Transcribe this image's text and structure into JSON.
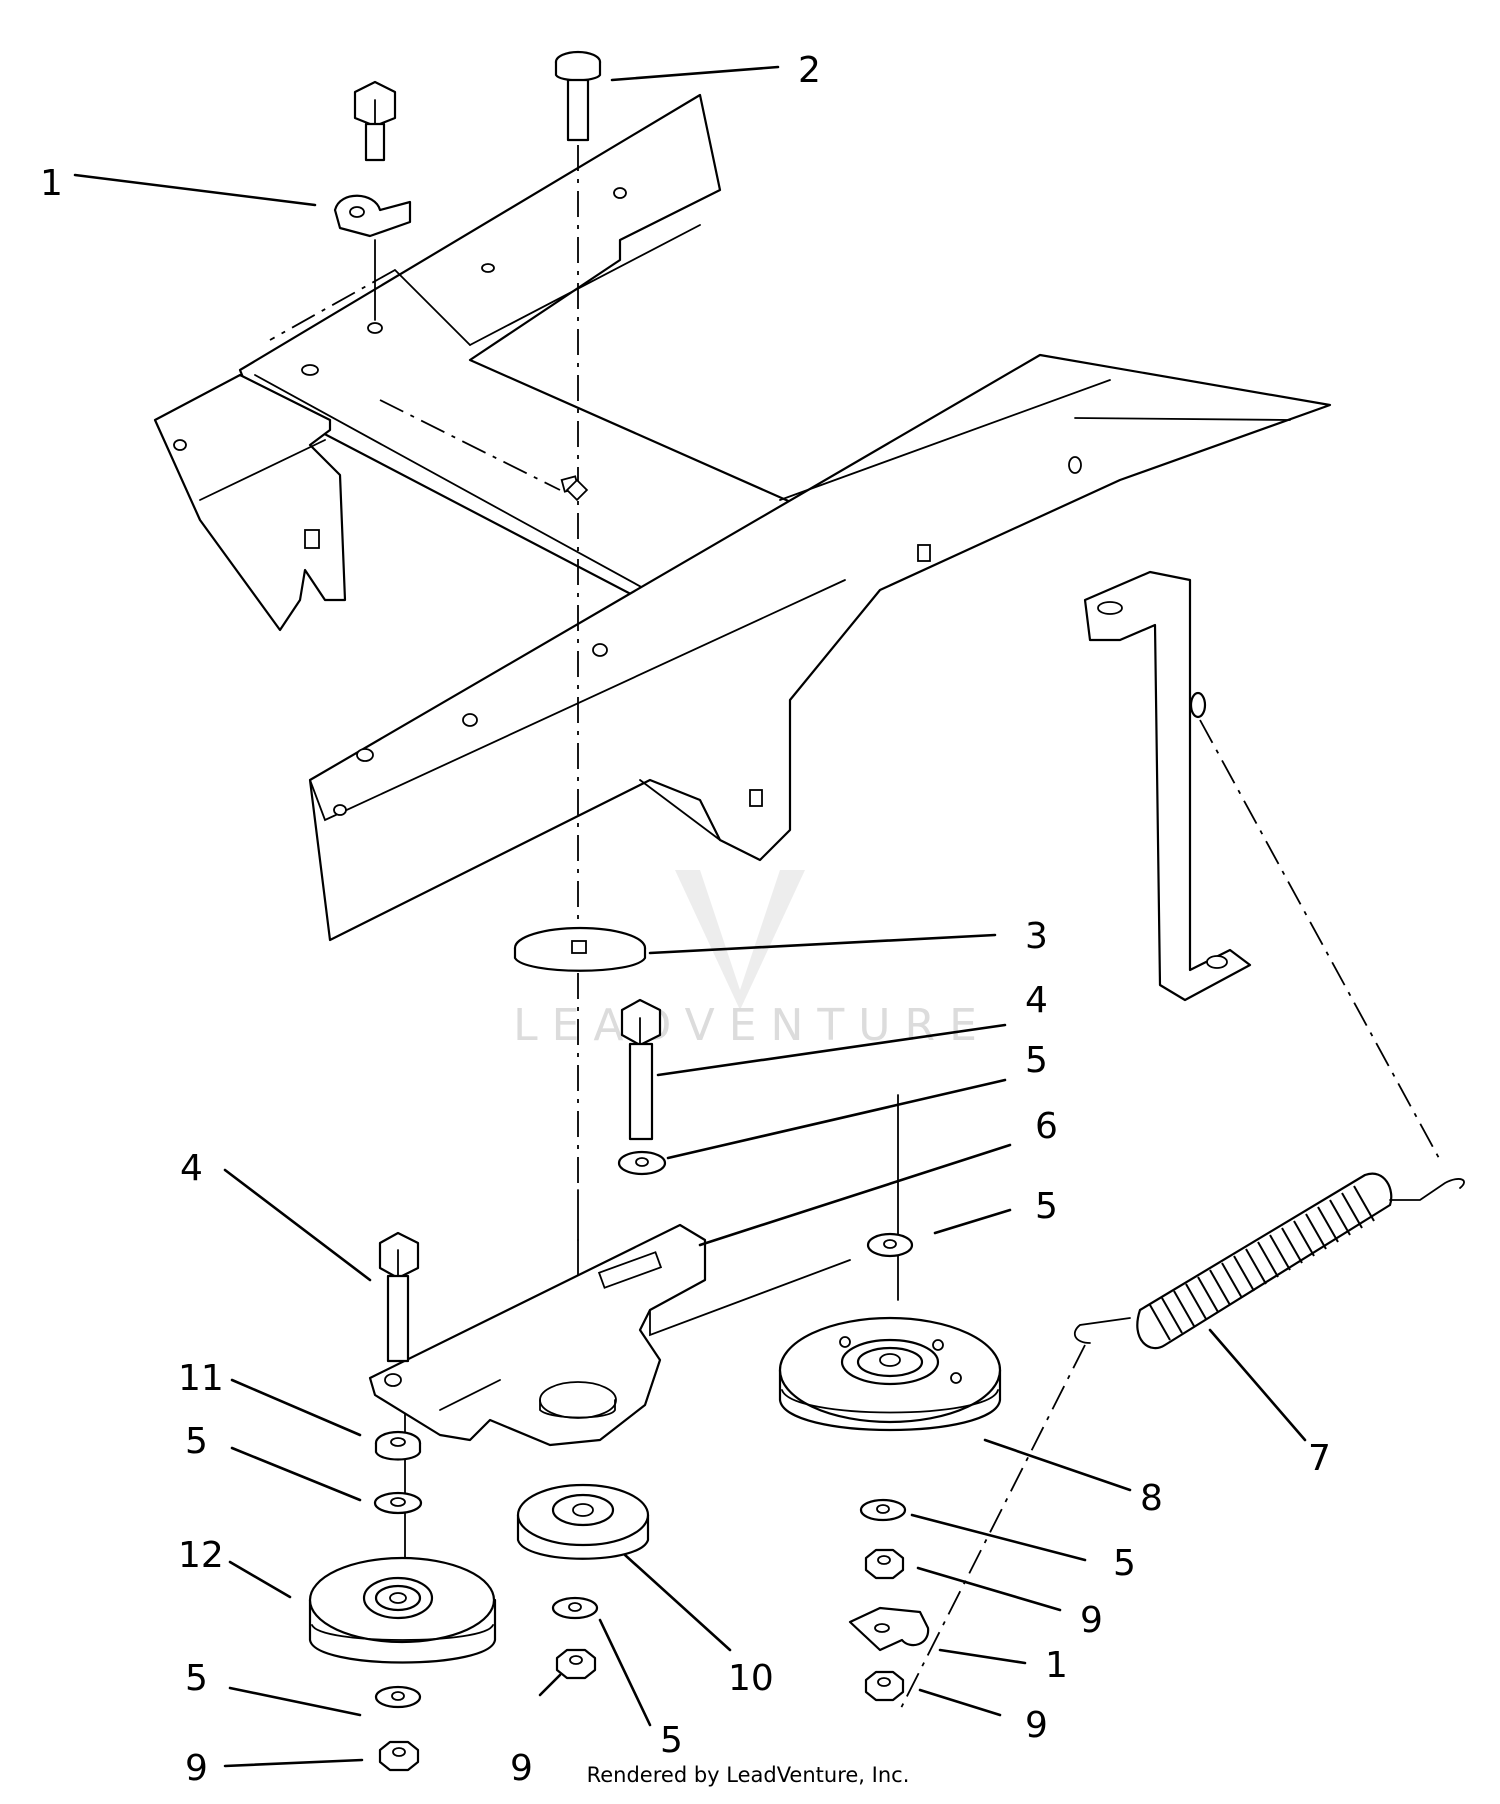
{
  "callouts": [
    {
      "id": "c1a",
      "text": "1"
    },
    {
      "id": "c2",
      "text": "2"
    },
    {
      "id": "c3",
      "text": "3"
    },
    {
      "id": "c4a",
      "text": "4"
    },
    {
      "id": "c5a",
      "text": "5"
    },
    {
      "id": "c6",
      "text": "6"
    },
    {
      "id": "c5b",
      "text": "5"
    },
    {
      "id": "c4b",
      "text": "4"
    },
    {
      "id": "c11",
      "text": "11"
    },
    {
      "id": "c5c",
      "text": "5"
    },
    {
      "id": "c12",
      "text": "12"
    },
    {
      "id": "c5d",
      "text": "5"
    },
    {
      "id": "c9a",
      "text": "9"
    },
    {
      "id": "c9b",
      "text": "9"
    },
    {
      "id": "c5e",
      "text": "5"
    },
    {
      "id": "c10",
      "text": "10"
    },
    {
      "id": "c7",
      "text": "7"
    },
    {
      "id": "c8",
      "text": "8"
    },
    {
      "id": "c5f",
      "text": "5"
    },
    {
      "id": "c9c",
      "text": "9"
    },
    {
      "id": "c1b",
      "text": "1"
    },
    {
      "id": "c9d",
      "text": "9"
    }
  ],
  "footer": {
    "credit": "Rendered by LeadVenture, Inc."
  },
  "watermark": {
    "text": "LEADVENTURE"
  }
}
